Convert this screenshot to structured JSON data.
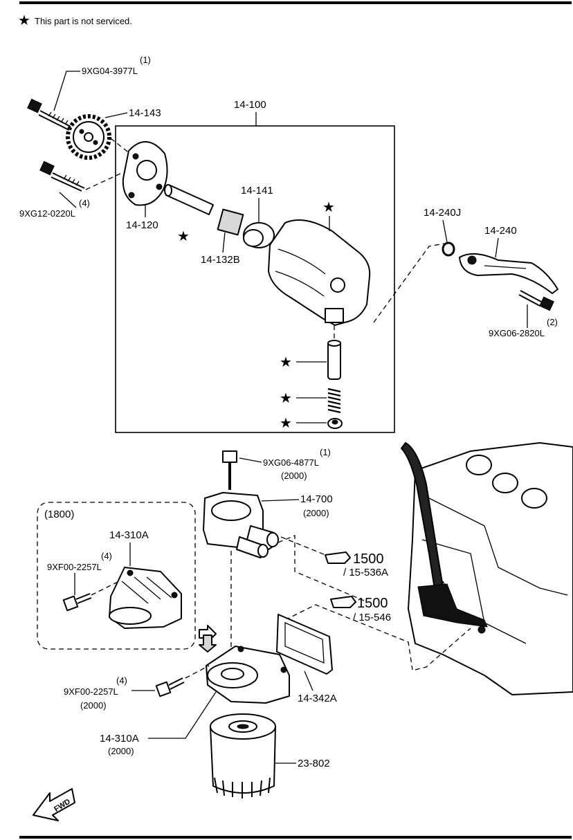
{
  "note": {
    "symbol": "★",
    "text": "This part is not serviced."
  },
  "callouts": {
    "bolt_top": {
      "qty": "(1)",
      "code": "9XG04-3977L"
    },
    "sprocket": "14-143",
    "pump_assy": "14-100",
    "bolt_left": {
      "qty": "(4)",
      "code": "9XG12-0220L"
    },
    "cover": "14-120",
    "rotor_outer": "14-141",
    "rotor_inner": "14-132B",
    "gasket": "14-240J",
    "strainer": "14-240",
    "bolt_strainer": {
      "qty": "(2)",
      "code": "9XG06-2820L"
    },
    "cooler_bolt": {
      "qty": "(1)",
      "code": "9XG06-4877L",
      "variant": "(2000)"
    },
    "oil_cooler": {
      "code": "14-700",
      "variant": "(2000)"
    },
    "ref_1": {
      "num": "1500",
      "page": "/ 15-536A"
    },
    "ref_2": {
      "num": "1500",
      "page": "/ 15-546"
    },
    "group_1800": "(1800)",
    "filter_body_1800": "14-310A",
    "bolt_1800": {
      "qty": "(4)",
      "code": "9XF00-2257L"
    },
    "bolt_2000": {
      "qty": "(4)",
      "code": "9XF00-2257L",
      "variant": "(2000)"
    },
    "filter_body_2000": {
      "code": "14-310A",
      "variant": "(2000)"
    },
    "body_gasket": "14-342A",
    "oil_filter": "23-802",
    "fwd": "FWD"
  }
}
